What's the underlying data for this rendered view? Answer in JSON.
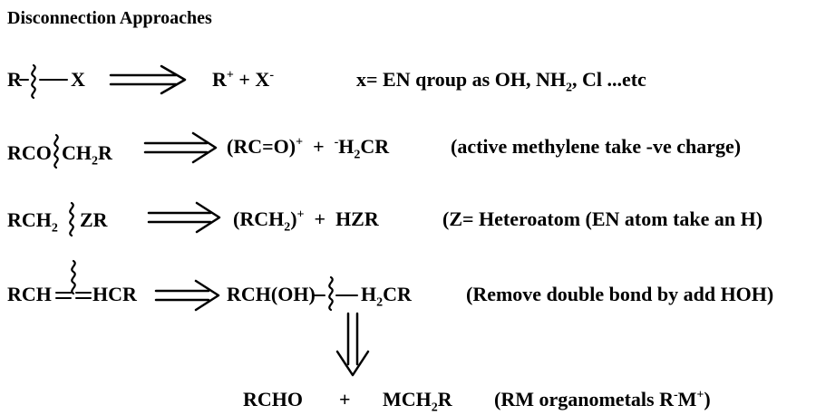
{
  "title": "Disconnection Approaches",
  "rows": [
    {
      "left": [
        "R",
        "X"
      ],
      "right": [
        {
          "t": "R"
        },
        {
          "sup": "+"
        },
        {
          "t": " + X"
        },
        {
          "sup": "-"
        }
      ],
      "note": [
        {
          "t": "x= EN qroup as OH, NH"
        },
        {
          "sub": "2"
        },
        {
          "t": ", Cl ...etc"
        }
      ]
    },
    {
      "left": [
        [
          {
            "t": "RCO"
          }
        ],
        [
          {
            "t": "CH"
          },
          {
            "sub": "2"
          },
          {
            "t": "R"
          }
        ]
      ],
      "right": [
        {
          "t": "(RC=O)"
        },
        {
          "sup": "+"
        },
        {
          "t": "  +  "
        },
        {
          "sup": "-"
        },
        {
          "t": "H"
        },
        {
          "sub": "2"
        },
        {
          "t": "CR"
        }
      ],
      "note": [
        {
          "t": "(active methylene take -ve charge)"
        }
      ]
    },
    {
      "left": [
        [
          {
            "t": "RCH"
          },
          {
            "sub": "2"
          }
        ],
        [
          {
            "t": "ZR"
          }
        ]
      ],
      "right": [
        {
          "t": "(RCH"
        },
        {
          "sub": "2"
        },
        {
          "t": ")"
        },
        {
          "sup": "+"
        },
        {
          "t": "  +  HZR"
        }
      ],
      "note": [
        {
          "t": "(Z= Heteroatom (EN atom take an H)"
        }
      ]
    },
    {
      "left": [
        "RCH",
        "HCR"
      ],
      "right": [
        [
          {
            "t": "RCH(OH)"
          }
        ],
        [
          {
            "t": "H"
          },
          {
            "sub": "2"
          },
          {
            "t": "CR"
          }
        ]
      ],
      "note": [
        {
          "t": "(Remove double bond by add HOH)"
        }
      ]
    }
  ],
  "bottom": {
    "parts": [
      "RCHO",
      "+"
    ],
    "mch2r": [
      {
        "t": "MCH"
      },
      {
        "sub": "2"
      },
      {
        "t": "R"
      }
    ],
    "note": [
      {
        "t": "(RM organometals R"
      },
      {
        "sup": "-"
      },
      {
        "t": "M"
      },
      {
        "sup": "+"
      },
      {
        "t": ")"
      }
    ]
  }
}
